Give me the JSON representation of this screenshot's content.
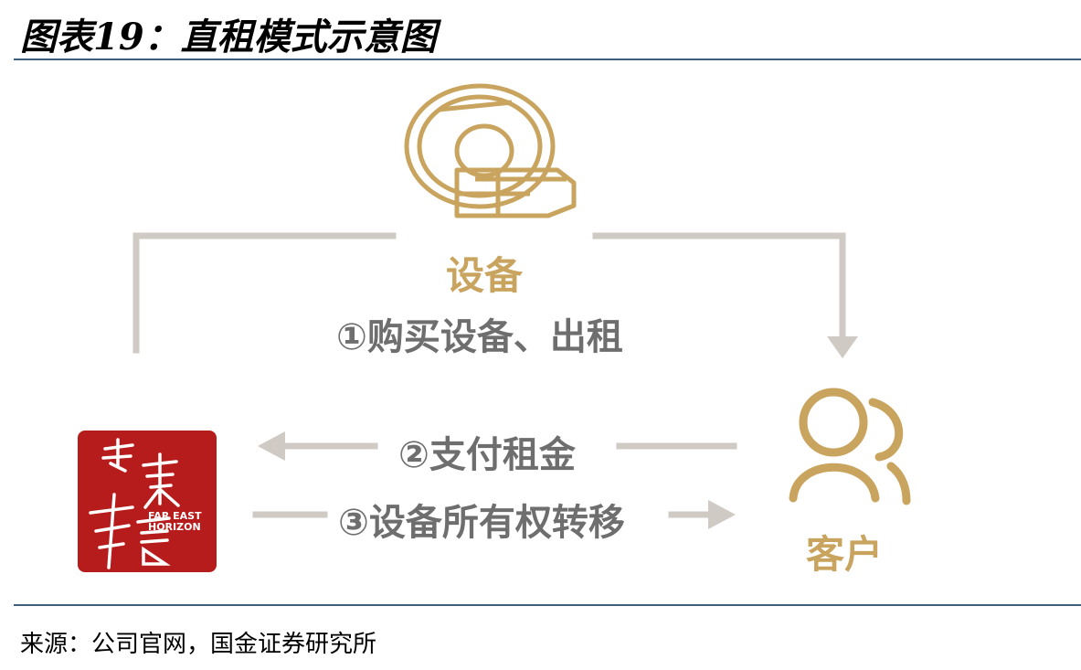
{
  "figure": {
    "title": "图表19：直租模式示意图",
    "source": "来源：公司官网，国金证券研究所"
  },
  "diagram": {
    "equipment_label": "设备",
    "customer_label": "客户",
    "steps": [
      "①购买设备、出租",
      "②支付租金",
      "③设备所有权转移"
    ],
    "logo": {
      "name": "远東宏信",
      "text_en_line1": "FAR EAST",
      "text_en_line2": "HORIZON"
    },
    "icons": [
      "mri-scanner-icon",
      "customers-icon",
      "company-logo"
    ],
    "colors": {
      "gold": "#c9a45f",
      "arrow_gray": "#cfcac4",
      "text_gray": "#6e6e6e",
      "logo_red": "#b71c1c",
      "rule_blue": "#3f5f7f"
    }
  }
}
